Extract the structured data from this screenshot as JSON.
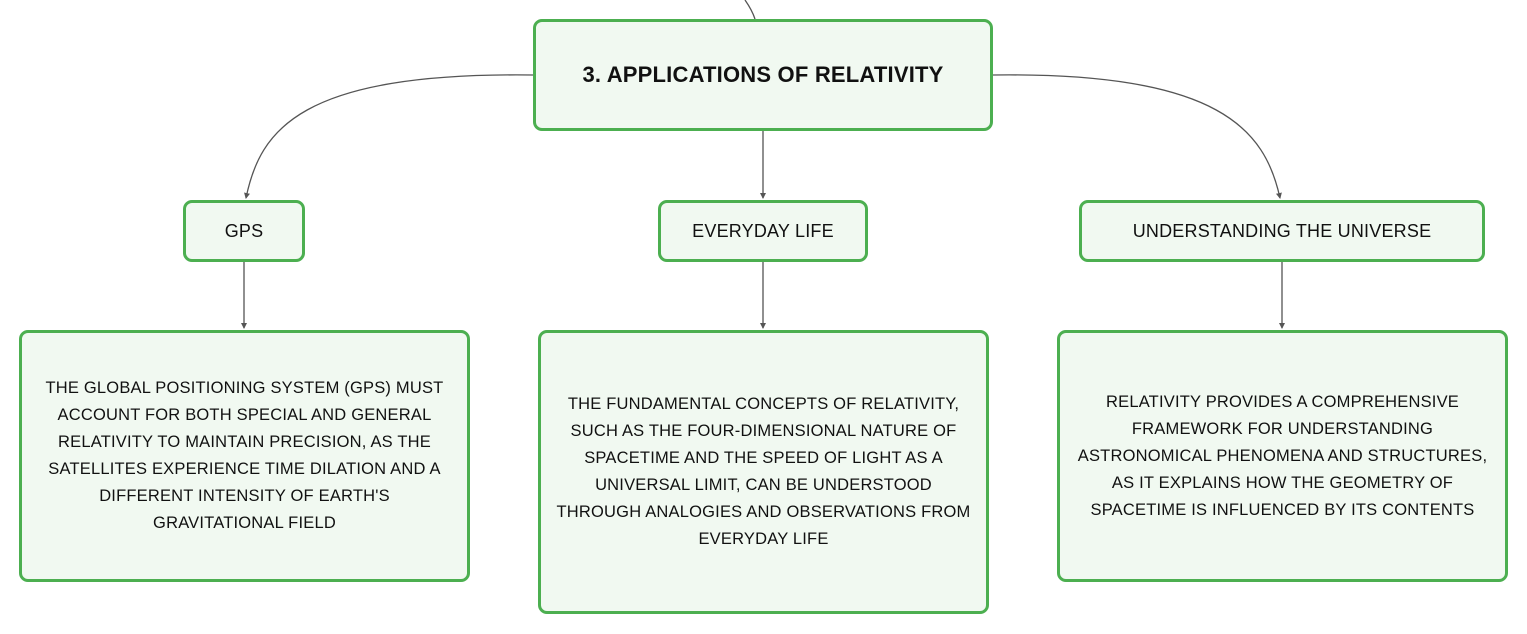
{
  "root": {
    "title": "3. APPLICATIONS OF RELATIVITY"
  },
  "branches": [
    {
      "label": "GPS",
      "description": "THE GLOBAL POSITIONING SYSTEM (GPS) MUST ACCOUNT FOR BOTH SPECIAL AND GENERAL RELATIVITY TO MAINTAIN PRECISION, AS THE SATELLITES EXPERIENCE TIME DILATION AND A DIFFERENT INTENSITY OF EARTH'S GRAVITATIONAL FIELD"
    },
    {
      "label": "EVERYDAY LIFE",
      "description": "THE FUNDAMENTAL CONCEPTS OF RELATIVITY, SUCH AS THE FOUR-DIMENSIONAL NATURE OF SPACETIME AND THE SPEED OF LIGHT AS A UNIVERSAL LIMIT, CAN BE UNDERSTOOD THROUGH ANALOGIES AND OBSERVATIONS FROM EVERYDAY LIFE"
    },
    {
      "label": "UNDERSTANDING THE UNIVERSE",
      "description": "RELATIVITY PROVIDES A COMPREHENSIVE FRAMEWORK FOR UNDERSTANDING ASTRONOMICAL PHENOMENA AND STRUCTURES, AS IT EXPLAINS HOW THE GEOMETRY OF SPACETIME IS INFLUENCED BY ITS CONTENTS"
    }
  ],
  "colors": {
    "node_border": "#4caf50",
    "node_fill": "#f1f9f1",
    "connector": "#555555",
    "text": "#111111"
  }
}
